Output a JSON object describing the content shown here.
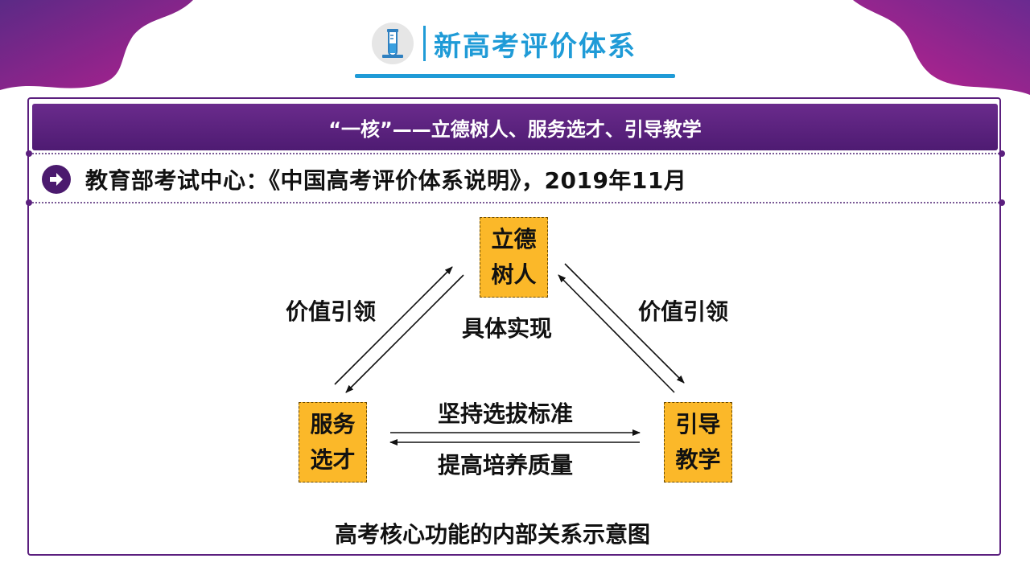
{
  "header": {
    "title": "新高考评价体系",
    "logo_icon": "flask-icon"
  },
  "banner": {
    "text": "“一核”——立德树人、服务选才、引导教学"
  },
  "source": {
    "icon": "arrow-right-circle-icon",
    "text": "教育部考试中心：《中国高考评价体系说明》，2019年11月"
  },
  "diagram": {
    "nodes": {
      "top": "立德\n树人",
      "left": "服务\n选才",
      "right": "引导\n教学"
    },
    "labels": {
      "left_edge": "价值引领",
      "right_edge": "价值引领",
      "center": "具体实现",
      "bottom_top": "坚持选拔标准",
      "bottom_bottom": "提高培养质量"
    },
    "caption": "高考核心功能的内部关系示意图"
  },
  "colors": {
    "accent": "#1f9bd7",
    "brand_purple": "#5b1f7e",
    "node_fill": "#fbb829"
  }
}
